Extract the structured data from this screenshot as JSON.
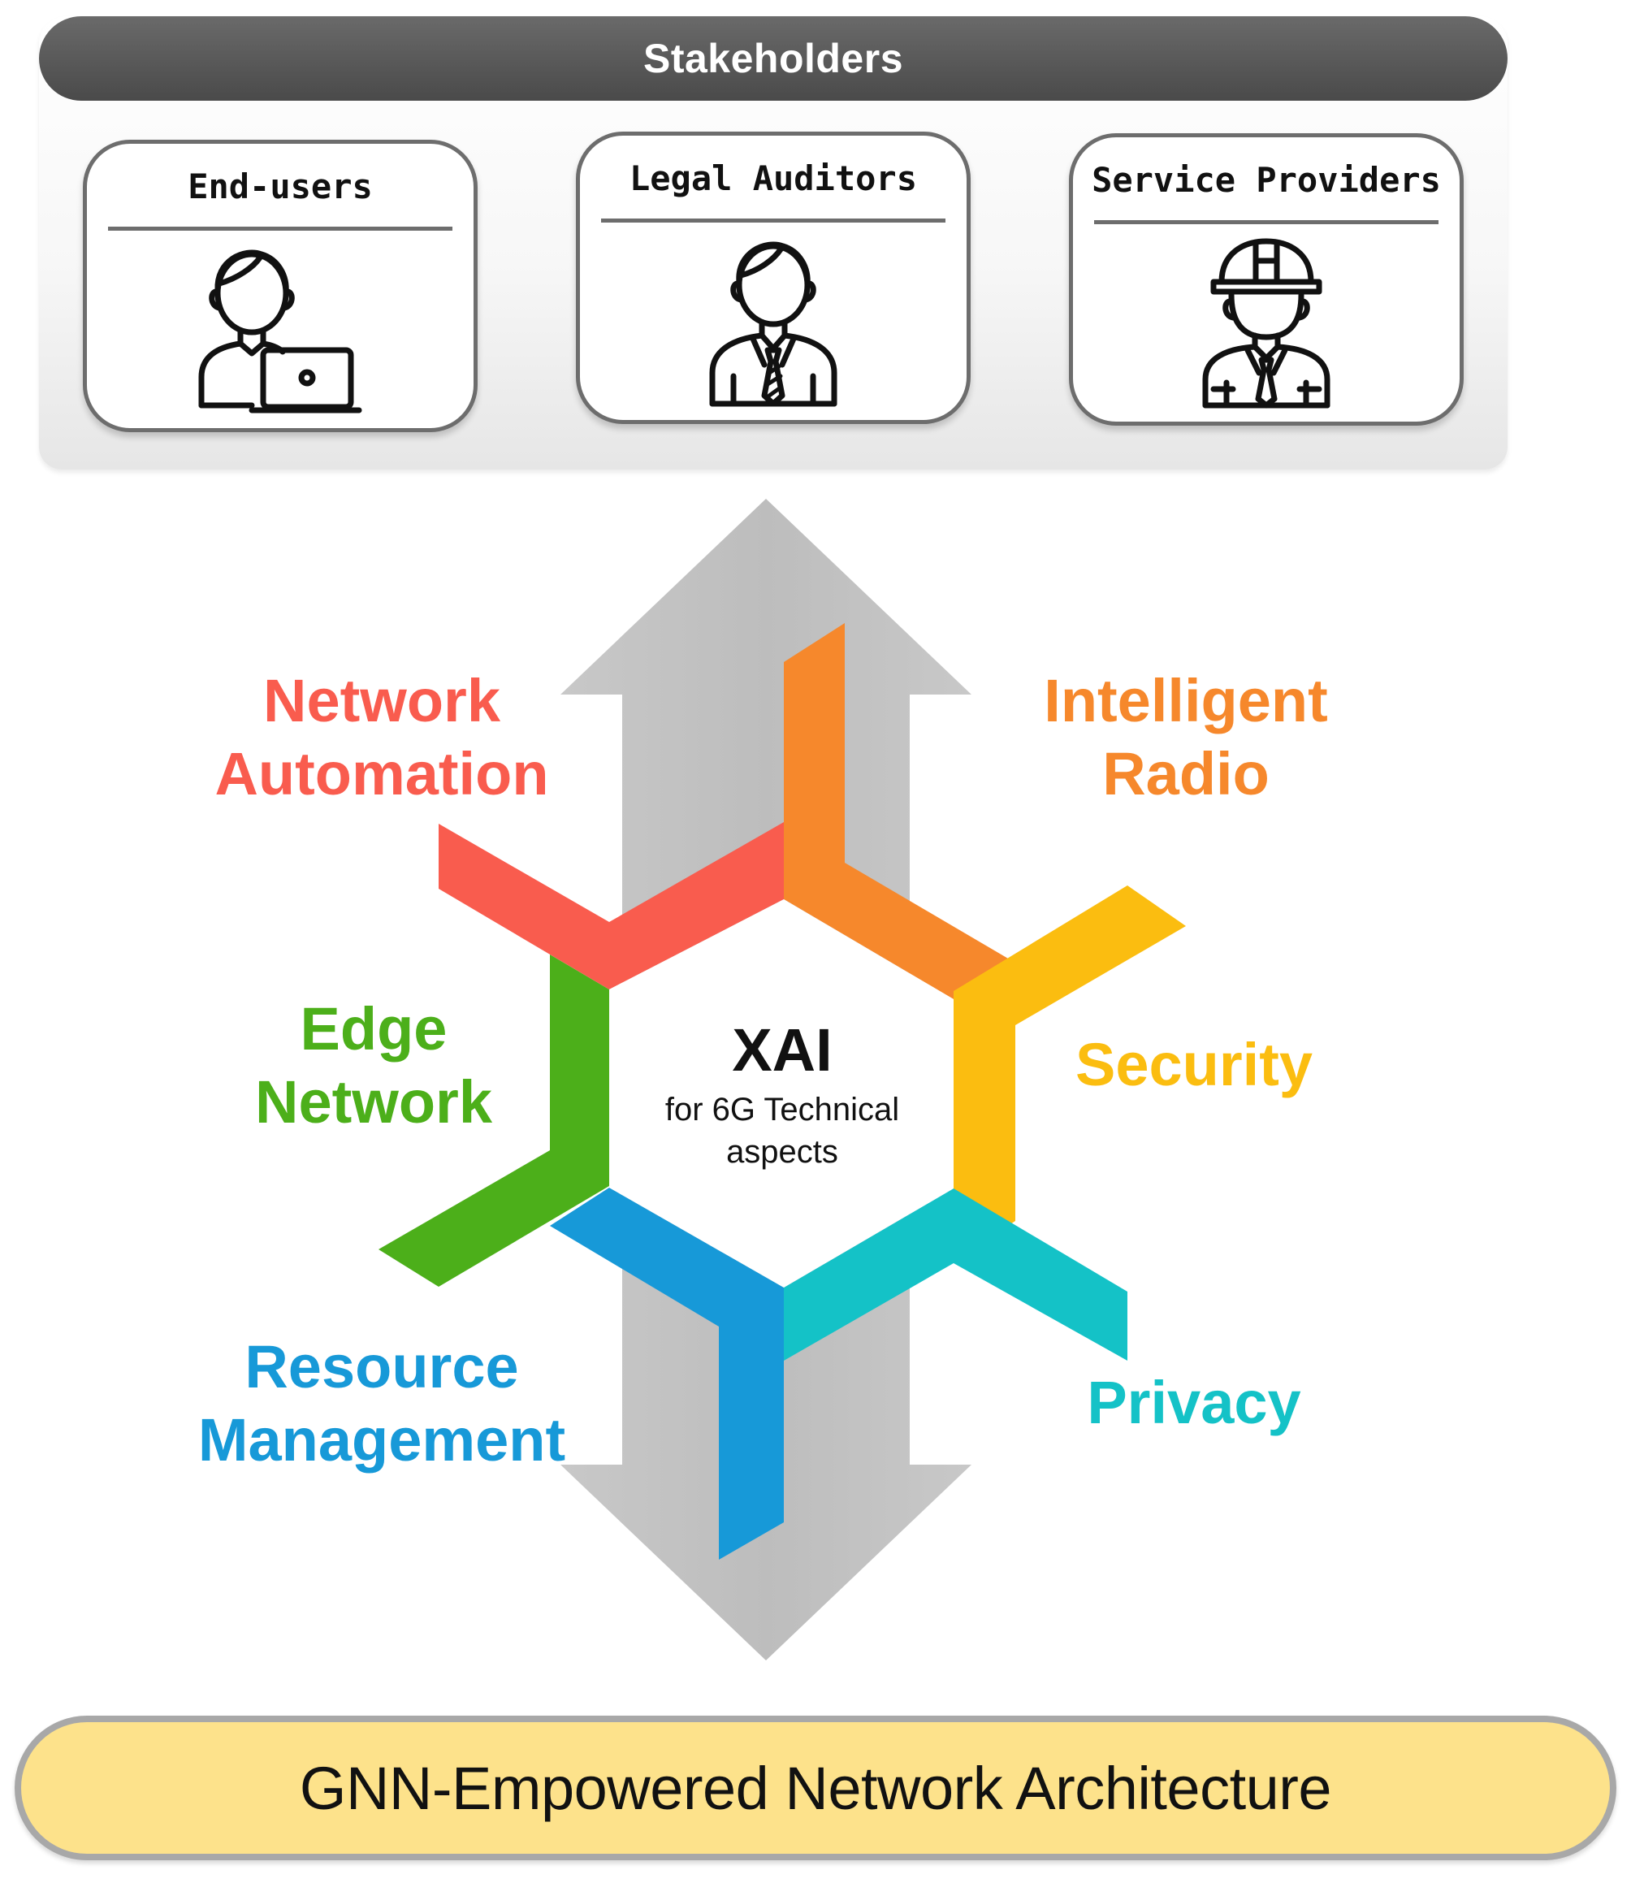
{
  "stakeholders": {
    "header": "Stakeholders",
    "cards": [
      {
        "title": "End-users",
        "icon": "user-laptop-icon"
      },
      {
        "title": "Legal Auditors",
        "icon": "auditor-tie-icon"
      },
      {
        "title": "Service Providers",
        "icon": "hardhat-worker-icon"
      }
    ]
  },
  "center": {
    "title": "XAI",
    "subtitle_line1": "for 6G Technical",
    "subtitle_line2": "aspects"
  },
  "aspects": [
    {
      "line1": "Network",
      "line2": "Automation",
      "color": "#f95c4e"
    },
    {
      "line1": "Intelligent",
      "line2": "Radio",
      "color": "#f6882c"
    },
    {
      "line1": "Edge",
      "line2": "Network",
      "color": "#4caf1a"
    },
    {
      "line1": "Security",
      "line2": "",
      "color": "#fbbd10"
    },
    {
      "line1": "Resource",
      "line2": "Management",
      "color": "#1799d8"
    },
    {
      "line1": "Privacy",
      "line2": "",
      "color": "#14c2c7"
    }
  ],
  "footer": {
    "label": "GNN-Empowered Network Architecture"
  }
}
